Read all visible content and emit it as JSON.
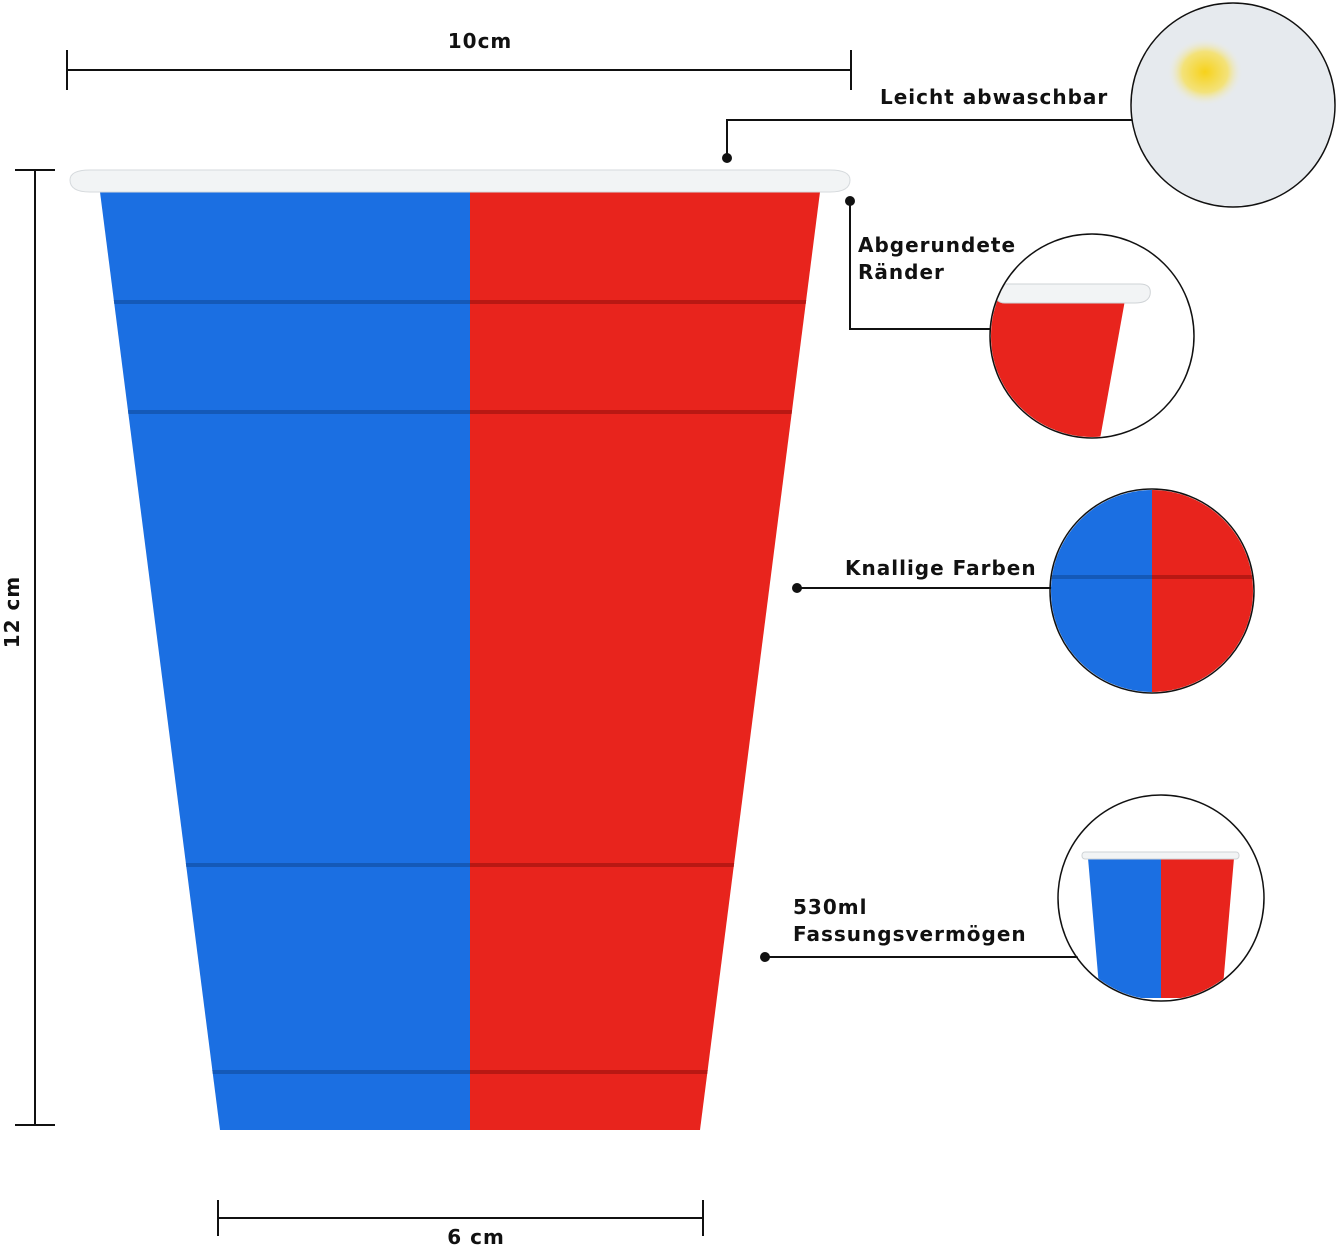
{
  "dimensions": {
    "width_top": "10cm",
    "height": "12 cm",
    "width_bottom": "6 cm"
  },
  "features": [
    {
      "label_lines": [
        "Leicht abwaschbar"
      ]
    },
    {
      "label_lines": [
        "Abgerundete",
        "Ränder"
      ]
    },
    {
      "label_lines": [
        "Knallige Farben"
      ]
    },
    {
      "label_lines": [
        "530ml",
        "Fassungsvermögen"
      ]
    }
  ],
  "colors": {
    "blue": "#1b6fe2",
    "red": "#e8241d",
    "rim": "#f2f4f5",
    "line": "#111111"
  }
}
